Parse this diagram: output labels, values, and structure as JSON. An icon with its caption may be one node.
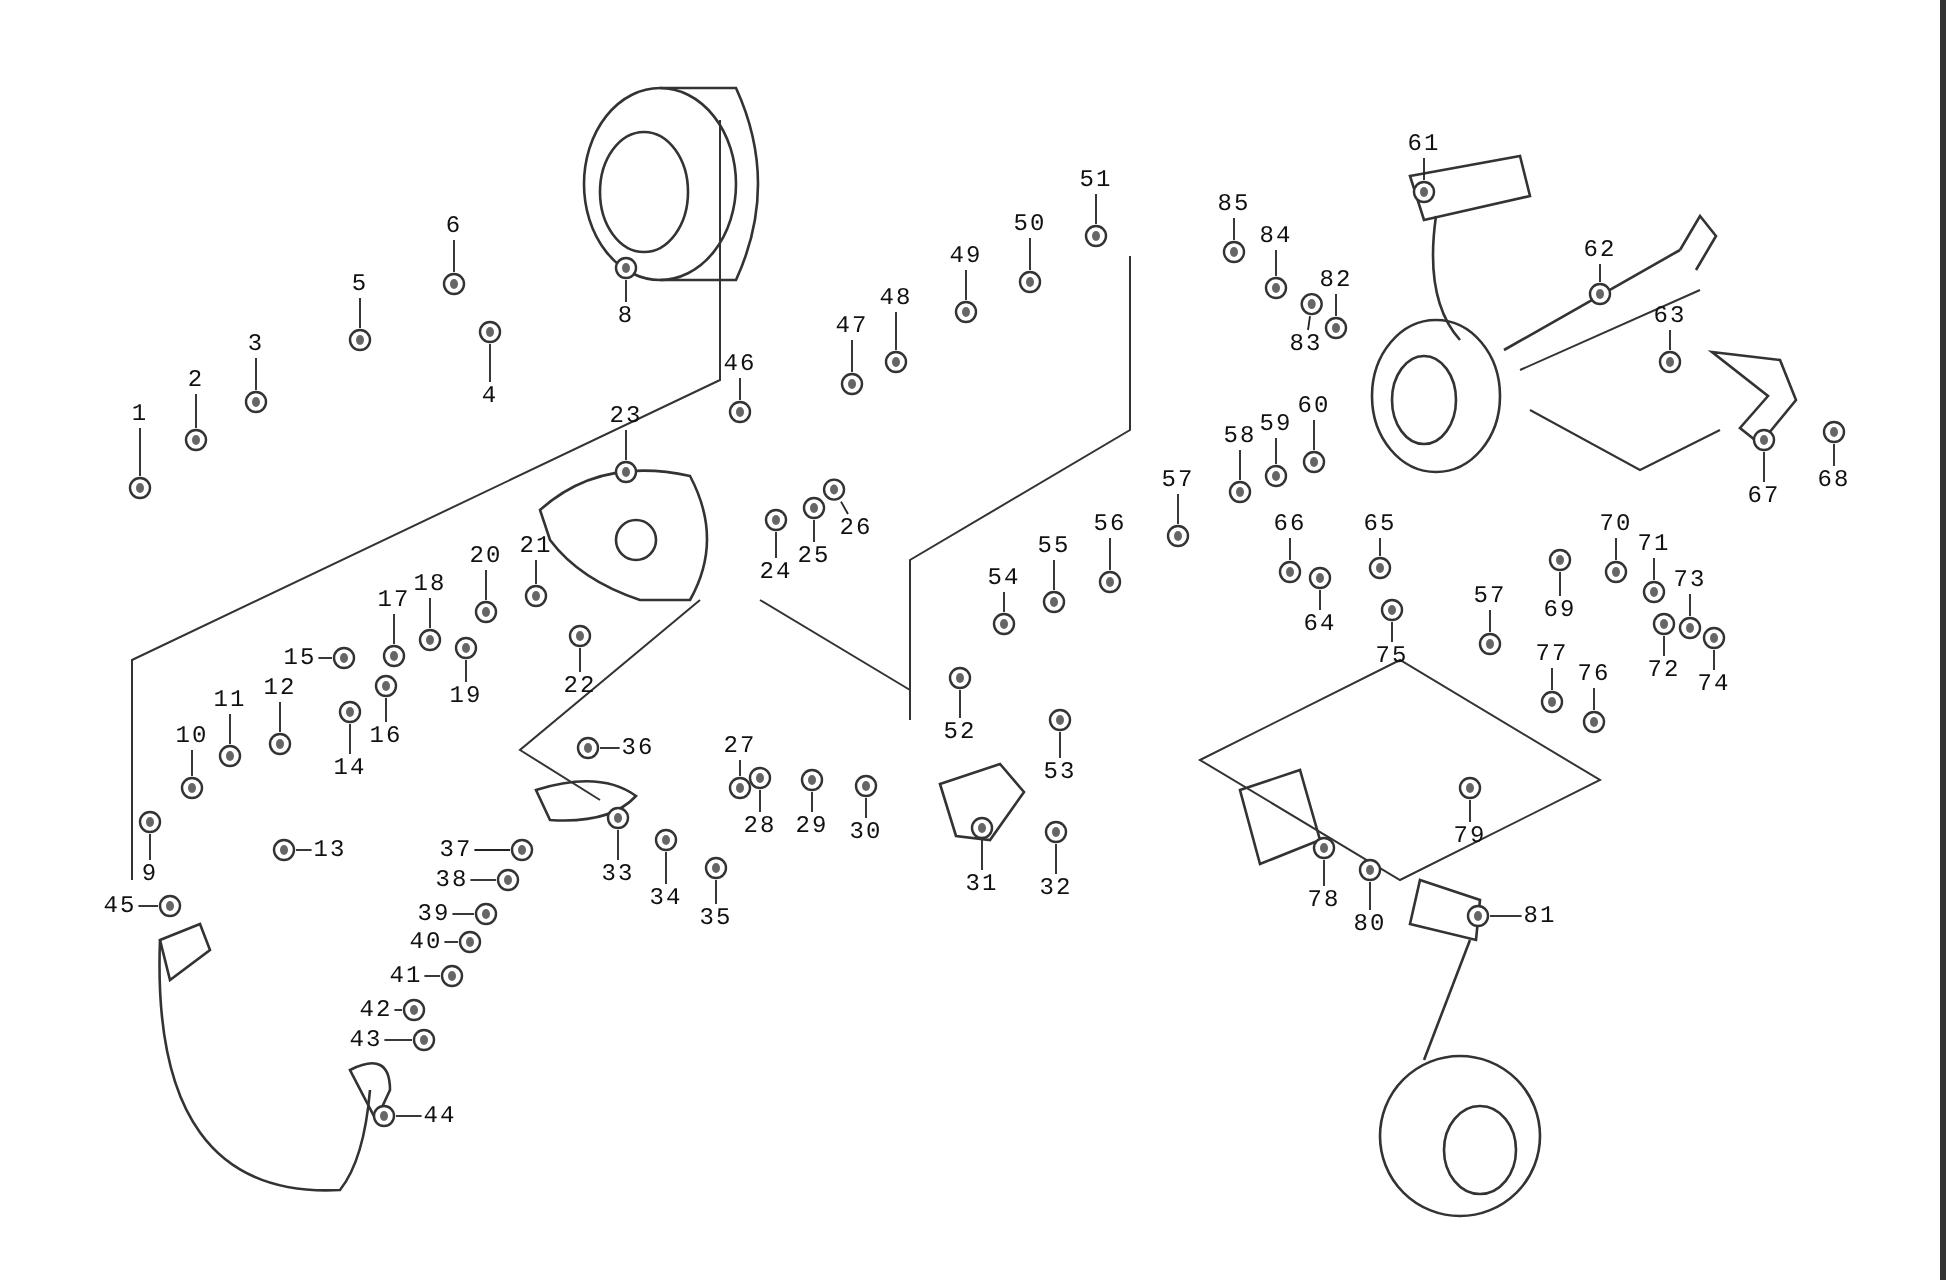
{
  "diagram": {
    "nodes": [
      {
        "text": [
          "1"
        ]
      },
      {
        "text": [
          "2"
        ]
      },
      {
        "text": [
          "3"
        ]
      },
      {
        "text": [
          "4"
        ]
      },
      {
        "text": [
          "5"
        ]
      },
      {
        "text": [
          "6"
        ]
      },
      {
        "text": [
          "8"
        ]
      },
      {
        "text": [
          "9"
        ]
      },
      {
        "text": [
          "10"
        ]
      },
      {
        "text": [
          "11"
        ]
      },
      {
        "text": [
          "12"
        ]
      },
      {
        "text": [
          "13"
        ]
      },
      {
        "text": [
          "14"
        ]
      },
      {
        "text": [
          "15"
        ]
      },
      {
        "text": [
          "16"
        ]
      },
      {
        "text": [
          "17"
        ]
      },
      {
        "text": [
          "18"
        ]
      },
      {
        "text": [
          "19"
        ]
      },
      {
        "text": [
          "20"
        ]
      },
      {
        "text": [
          "21"
        ]
      },
      {
        "text": [
          "22"
        ]
      },
      {
        "text": [
          "23"
        ]
      },
      {
        "text": [
          "24"
        ]
      },
      {
        "text": [
          "25"
        ]
      },
      {
        "text": [
          "26"
        ]
      },
      {
        "text": [
          "27"
        ]
      },
      {
        "text": [
          "28"
        ]
      },
      {
        "text": [
          "29"
        ]
      },
      {
        "text": [
          "30"
        ]
      },
      {
        "text": [
          "31"
        ]
      },
      {
        "text": [
          "32"
        ]
      },
      {
        "text": [
          "33"
        ]
      },
      {
        "text": [
          "34"
        ]
      },
      {
        "text": [
          "35"
        ]
      },
      {
        "text": [
          "36"
        ]
      },
      {
        "text": [
          "37"
        ]
      },
      {
        "text": [
          "38"
        ]
      },
      {
        "text": [
          "39"
        ]
      },
      {
        "text": [
          "40"
        ]
      },
      {
        "text": [
          "41"
        ]
      },
      {
        "text": [
          "42"
        ]
      },
      {
        "text": [
          "43"
        ]
      },
      {
        "text": [
          "44"
        ]
      },
      {
        "text": [
          "45"
        ]
      },
      {
        "text": [
          "46"
        ]
      },
      {
        "text": [
          "47"
        ]
      },
      {
        "text": [
          "48"
        ]
      },
      {
        "text": [
          "49"
        ]
      },
      {
        "text": [
          "50"
        ]
      },
      {
        "text": [
          "51"
        ]
      },
      {
        "text": [
          "52"
        ]
      },
      {
        "text": [
          "53"
        ]
      },
      {
        "text": [
          "54"
        ]
      },
      {
        "text": [
          "55"
        ]
      },
      {
        "text": [
          "56"
        ]
      },
      {
        "text": [
          "57"
        ]
      },
      {
        "text": [
          "57"
        ]
      },
      {
        "text": [
          "58"
        ]
      },
      {
        "text": [
          "59"
        ]
      },
      {
        "text": [
          "60"
        ]
      },
      {
        "text": [
          "61"
        ]
      },
      {
        "text": [
          "62"
        ]
      },
      {
        "text": [
          "63"
        ]
      },
      {
        "text": [
          "64"
        ]
      },
      {
        "text": [
          "65"
        ]
      },
      {
        "text": [
          "66"
        ]
      },
      {
        "text": [
          "67"
        ]
      },
      {
        "text": [
          "68"
        ]
      },
      {
        "text": [
          "69"
        ]
      },
      {
        "text": [
          "70"
        ]
      },
      {
        "text": [
          "71"
        ]
      },
      {
        "text": [
          "72"
        ]
      },
      {
        "text": [
          "73"
        ]
      },
      {
        "text": [
          "74"
        ]
      },
      {
        "text": [
          "75"
        ]
      },
      {
        "text": [
          "76"
        ]
      },
      {
        "text": [
          "77"
        ]
      },
      {
        "text": [
          "78"
        ]
      },
      {
        "text": [
          "79"
        ]
      },
      {
        "text": [
          "80"
        ]
      },
      {
        "text": [
          "81"
        ]
      },
      {
        "text": [
          "82"
        ]
      },
      {
        "text": [
          "83"
        ]
      },
      {
        "text": [
          "84"
        ]
      },
      {
        "text": [
          "85"
        ]
      },
      {
        "text": [],
        "shape": "picture"
      },
      {
        "text": [],
        "shape": "picture"
      },
      {
        "text": [],
        "shape": "picture"
      },
      {
        "text": [],
        "shape": "picture"
      },
      {
        "text": [],
        "shape": "picture"
      },
      {
        "text": [],
        "shape": "picture"
      },
      {
        "text": [],
        "shape": "picture"
      },
      {
        "text": [],
        "shape": "picture"
      },
      {
        "text": [],
        "shape": "picture"
      },
      {
        "text": [],
        "shape": "picture"
      },
      {
        "text": [],
        "shape": "picture"
      },
      {
        "text": [],
        "shape": "picture"
      },
      {
        "text": [],
        "shape": "picture"
      },
      {
        "text": [],
        "shape": "picture"
      },
      {
        "text": [],
        "shape": "picture"
      },
      {
        "text": [],
        "shape": "picture"
      },
      {
        "text": [],
        "shape": "picture"
      },
      {
        "text": [],
        "shape": "picture"
      },
      {
        "text": [],
        "shape": "picture"
      },
      {
        "text": [],
        "shape": "picture"
      },
      {
        "text": [],
        "shape": "picture"
      },
      {
        "text": [],
        "shape": "picture"
      },
      {
        "text": [],
        "shape": "picture"
      },
      {
        "text": [],
        "shape": "picture"
      },
      {
        "text": [],
        "shape": "picture"
      },
      {
        "text": [],
        "shape": "picture"
      },
      {
        "text": [],
        "shape": "picture"
      },
      {
        "text": [],
        "shape": "picture"
      },
      {
        "text": [],
        "shape": "picture"
      },
      {
        "text": [],
        "shape": "picture"
      },
      {
        "text": [],
        "shape": "picture"
      },
      {
        "text": [],
        "shape": "picture"
      },
      {
        "text": [],
        "shape": "picture"
      },
      {
        "text": [],
        "shape": "picture"
      },
      {
        "text": [],
        "shape": "picture"
      },
      {
        "text": [],
        "shape": "picture"
      },
      {
        "text": [],
        "shape": "picture"
      },
      {
        "text": [],
        "shape": "picture"
      },
      {
        "text": [],
        "shape": "picture"
      },
      {
        "text": [],
        "shape": "picture"
      },
      {
        "text": [],
        "shape": "picture"
      },
      {
        "text": [],
        "shape": "picture"
      },
      {
        "text": [],
        "shape": "picture"
      },
      {
        "text": [],
        "shape": "picture"
      },
      {
        "text": [],
        "shape": "picture"
      },
      {
        "text": [],
        "shape": "picture"
      },
      {
        "text": [],
        "shape": "picture"
      },
      {
        "text": [],
        "shape": "picture"
      },
      {
        "text": [],
        "shape": "picture"
      },
      {
        "text": [],
        "shape": "picture"
      },
      {
        "text": [],
        "shape": "picture"
      },
      {
        "text": [],
        "shape": "picture"
      },
      {
        "text": [],
        "shape": "picture"
      },
      {
        "text": [],
        "shape": "picture"
      },
      {
        "text": [],
        "shape": "picture"
      },
      {
        "text": [],
        "shape": "picture"
      },
      {
        "text": [],
        "shape": "picture"
      },
      {
        "text": [],
        "shape": "picture"
      },
      {
        "text": [],
        "shape": "picture"
      },
      {
        "text": [],
        "shape": "picture"
      },
      {
        "text": [],
        "shape": "picture"
      },
      {
        "text": [],
        "shape": "picture"
      },
      {
        "text": [],
        "shape": "picture"
      },
      {
        "text": [],
        "shape": "picture"
      },
      {
        "text": [],
        "shape": "picture"
      },
      {
        "text": [],
        "shape": "picture"
      },
      {
        "text": [],
        "shape": "picture"
      },
      {
        "text": [],
        "shape": "picture"
      },
      {
        "text": [],
        "shape": "picture"
      },
      {
        "text": [],
        "shape": "picture"
      },
      {
        "text": [],
        "shape": "picture"
      },
      {
        "text": [],
        "shape": "picture"
      },
      {
        "text": [],
        "shape": "picture"
      },
      {
        "text": [],
        "shape": "picture"
      },
      {
        "text": [],
        "shape": "picture"
      },
      {
        "text": [],
        "shape": "picture"
      },
      {
        "text": [],
        "shape": "picture"
      },
      {
        "text": [],
        "shape": "picture"
      },
      {
        "text": [],
        "shape": "picture"
      },
      {
        "text": [],
        "shape": "picture"
      },
      {
        "text": [],
        "shape": "picture"
      },
      {
        "text": [],
        "shape": "picture"
      },
      {
        "text": [],
        "shape": "picture"
      },
      {
        "text": [],
        "shape": "picture"
      },
      {
        "text": [],
        "shape": "picture"
      }
    ],
    "edges": [
      {
        "from": 0,
        "to": 85,
        "arrow": "none"
      },
      {
        "from": 1,
        "to": 86,
        "arrow": "none"
      },
      {
        "from": 2,
        "to": 87,
        "arrow": "none"
      },
      {
        "from": 3,
        "to": 88,
        "arrow": "none"
      },
      {
        "from": 4,
        "to": 89,
        "arrow": "none"
      },
      {
        "from": 5,
        "to": 90,
        "arrow": "none"
      },
      {
        "from": 6,
        "to": 91,
        "arrow": "none"
      },
      {
        "from": 7,
        "to": 92,
        "arrow": "none"
      },
      {
        "from": 8,
        "to": 93,
        "arrow": "none"
      },
      {
        "from": 9,
        "to": 94,
        "arrow": "none"
      },
      {
        "from": 10,
        "to": 95,
        "arrow": "none"
      },
      {
        "from": 11,
        "to": 96,
        "arrow": "none"
      },
      {
        "from": 12,
        "to": 97,
        "arrow": "none"
      },
      {
        "from": 13,
        "to": 98,
        "arrow": "none"
      },
      {
        "from": 14,
        "to": 99,
        "arrow": "none"
      },
      {
        "from": 15,
        "to": 100,
        "arrow": "none"
      },
      {
        "from": 16,
        "to": 101,
        "arrow": "none"
      },
      {
        "from": 17,
        "to": 102,
        "arrow": "none"
      },
      {
        "from": 18,
        "to": 103,
        "arrow": "none"
      },
      {
        "from": 19,
        "to": 104,
        "arrow": "none"
      },
      {
        "from": 20,
        "to": 105,
        "arrow": "none"
      },
      {
        "from": 21,
        "to": 106,
        "arrow": "none"
      },
      {
        "from": 22,
        "to": 107,
        "arrow": "none"
      },
      {
        "from": 23,
        "to": 108,
        "arrow": "none"
      },
      {
        "from": 24,
        "to": 109,
        "arrow": "none"
      },
      {
        "from": 25,
        "to": 110,
        "arrow": "none"
      },
      {
        "from": 26,
        "to": 111,
        "arrow": "none"
      },
      {
        "from": 27,
        "to": 112,
        "arrow": "none"
      },
      {
        "from": 28,
        "to": 113,
        "arrow": "none"
      },
      {
        "from": 29,
        "to": 114,
        "arrow": "none"
      },
      {
        "from": 30,
        "to": 115,
        "arrow": "none"
      },
      {
        "from": 31,
        "to": 116,
        "arrow": "none"
      },
      {
        "from": 32,
        "to": 117,
        "arrow": "none"
      },
      {
        "from": 33,
        "to": 118,
        "arrow": "none"
      },
      {
        "from": 34,
        "to": 119,
        "arrow": "none"
      },
      {
        "from": 35,
        "to": 120,
        "arrow": "none"
      },
      {
        "from": 36,
        "to": 121,
        "arrow": "none"
      },
      {
        "from": 37,
        "to": 122,
        "arrow": "none"
      },
      {
        "from": 38,
        "to": 123,
        "arrow": "none"
      },
      {
        "from": 39,
        "to": 124,
        "arrow": "none"
      },
      {
        "from": 40,
        "to": 125,
        "arrow": "none"
      },
      {
        "from": 41,
        "to": 126,
        "arrow": "none"
      },
      {
        "from": 42,
        "to": 127,
        "arrow": "none"
      },
      {
        "from": 43,
        "to": 128,
        "arrow": "none"
      },
      {
        "from": 44,
        "to": 129,
        "arrow": "none"
      },
      {
        "from": 45,
        "to": 130,
        "arrow": "none"
      },
      {
        "from": 46,
        "to": 131,
        "arrow": "none"
      },
      {
        "from": 47,
        "to": 132,
        "arrow": "none"
      },
      {
        "from": 48,
        "to": 133,
        "arrow": "none"
      },
      {
        "from": 49,
        "to": 134,
        "arrow": "none"
      },
      {
        "from": 50,
        "to": 135,
        "arrow": "none"
      },
      {
        "from": 51,
        "to": 136,
        "arrow": "none"
      },
      {
        "from": 52,
        "to": 137,
        "arrow": "none"
      },
      {
        "from": 53,
        "to": 138,
        "arrow": "none"
      },
      {
        "from": 54,
        "to": 139,
        "arrow": "none"
      },
      {
        "from": 55,
        "to": 140,
        "arrow": "none"
      },
      {
        "from": 56,
        "to": 141,
        "arrow": "none"
      },
      {
        "from": 57,
        "to": 142,
        "arrow": "none"
      },
      {
        "from": 58,
        "to": 143,
        "arrow": "none"
      },
      {
        "from": 59,
        "to": 144,
        "arrow": "none"
      },
      {
        "from": 60,
        "to": 145,
        "arrow": "none"
      },
      {
        "from": 61,
        "to": 146,
        "arrow": "none"
      },
      {
        "from": 62,
        "to": 147,
        "arrow": "none"
      },
      {
        "from": 63,
        "to": 148,
        "arrow": "none"
      },
      {
        "from": 64,
        "to": 149,
        "arrow": "none"
      },
      {
        "from": 65,
        "to": 150,
        "arrow": "none"
      },
      {
        "from": 66,
        "to": 151,
        "arrow": "none"
      },
      {
        "from": 67,
        "to": 152,
        "arrow": "none"
      },
      {
        "from": 68,
        "to": 153,
        "arrow": "none"
      },
      {
        "from": 69,
        "to": 154,
        "arrow": "none"
      },
      {
        "from": 70,
        "to": 155,
        "arrow": "none"
      },
      {
        "from": 71,
        "to": 156,
        "arrow": "none"
      },
      {
        "from": 72,
        "to": 157,
        "arrow": "none"
      },
      {
        "from": 73,
        "to": 158,
        "arrow": "none"
      },
      {
        "from": 74,
        "to": 159,
        "arrow": "none"
      },
      {
        "from": 75,
        "to": 160,
        "arrow": "none"
      },
      {
        "from": 76,
        "to": 161,
        "arrow": "none"
      },
      {
        "from": 77,
        "to": 162,
        "arrow": "none"
      },
      {
        "from": 78,
        "to": 163,
        "arrow": "none"
      },
      {
        "from": 79,
        "to": 164,
        "arrow": "none"
      },
      {
        "from": 80,
        "to": 165,
        "arrow": "none"
      },
      {
        "from": 81,
        "to": 166,
        "arrow": "none"
      },
      {
        "from": 82,
        "to": 167,
        "arrow": "none"
      },
      {
        "from": 83,
        "to": 168,
        "arrow": "none"
      },
      {
        "from": 84,
        "to": 169,
        "arrow": "none"
      }
    ]
  }
}
